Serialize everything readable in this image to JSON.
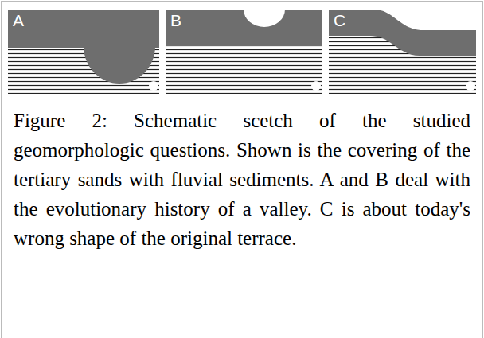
{
  "diagram": {
    "caption": "Figure 2: Schematic scetch of the studied geomorphologic questions. Shown is the covering of the tertiary sands with fluvial sediments. A and B deal with the evolutionary history of a valley. C is about today's wrong shape of the original terrace.",
    "labels": [
      "A",
      "B",
      "C"
    ]
  }
}
